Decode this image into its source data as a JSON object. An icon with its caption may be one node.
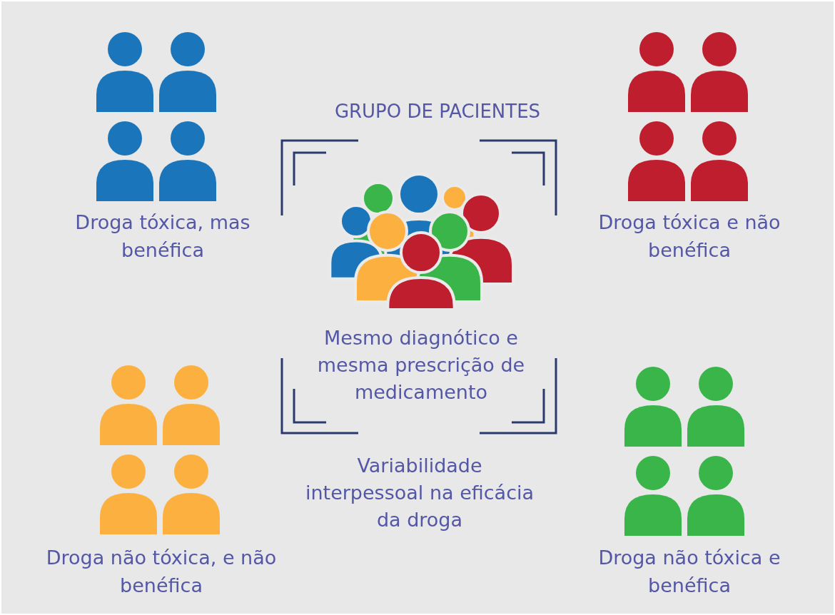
{
  "diagram": {
    "title": "GRUPO DE PACIENTES",
    "labels": [
      "Droga tóxica, mas benéfica",
      "Droga tóxica e não benéfica",
      "Mesmo diagnótico e mesma prescrição de medicamento",
      "Droga não tóxica, e não benéfica",
      "Variabilidade interpessoal na eficácia da droga",
      "Droga não tóxica e benéfica"
    ]
  }
}
